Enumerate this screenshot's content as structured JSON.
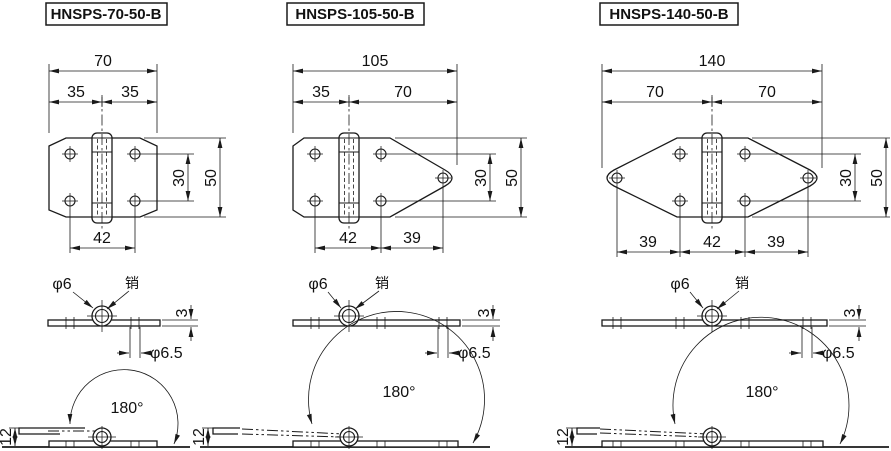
{
  "colors": {
    "line": "#1a1a1a",
    "background": "#ffffff"
  },
  "products": [
    {
      "title": "HNSPS-70-50-B",
      "top_view": {
        "overall_width": "70",
        "left_width": "35",
        "right_width": "35",
        "overall_height": "50",
        "hole_spacing_vertical": "30",
        "bottom_dims": [
          "42"
        ]
      },
      "side_view": {
        "pin_diameter": "φ6",
        "pin_label": "销",
        "thickness": "3",
        "hole_diameter": "φ6.5"
      },
      "open_view": {
        "angle": "180°",
        "height": "12"
      }
    },
    {
      "title": "HNSPS-105-50-B",
      "top_view": {
        "overall_width": "105",
        "left_width": "35",
        "right_width": "70",
        "overall_height": "50",
        "hole_spacing_vertical": "30",
        "bottom_dims": [
          "42",
          "39"
        ]
      },
      "side_view": {
        "pin_diameter": "φ6",
        "pin_label": "销",
        "thickness": "3",
        "hole_diameter": "φ6.5"
      },
      "open_view": {
        "angle": "180°",
        "height": "12"
      }
    },
    {
      "title": "HNSPS-140-50-B",
      "top_view": {
        "overall_width": "140",
        "left_width": "70",
        "right_width": "70",
        "overall_height": "50",
        "hole_spacing_vertical": "30",
        "bottom_dims": [
          "39",
          "42",
          "39"
        ]
      },
      "side_view": {
        "pin_diameter": "φ6",
        "pin_label": "销",
        "thickness": "3",
        "hole_diameter": "φ6.5"
      },
      "open_view": {
        "angle": "180°",
        "height": "12"
      }
    }
  ]
}
